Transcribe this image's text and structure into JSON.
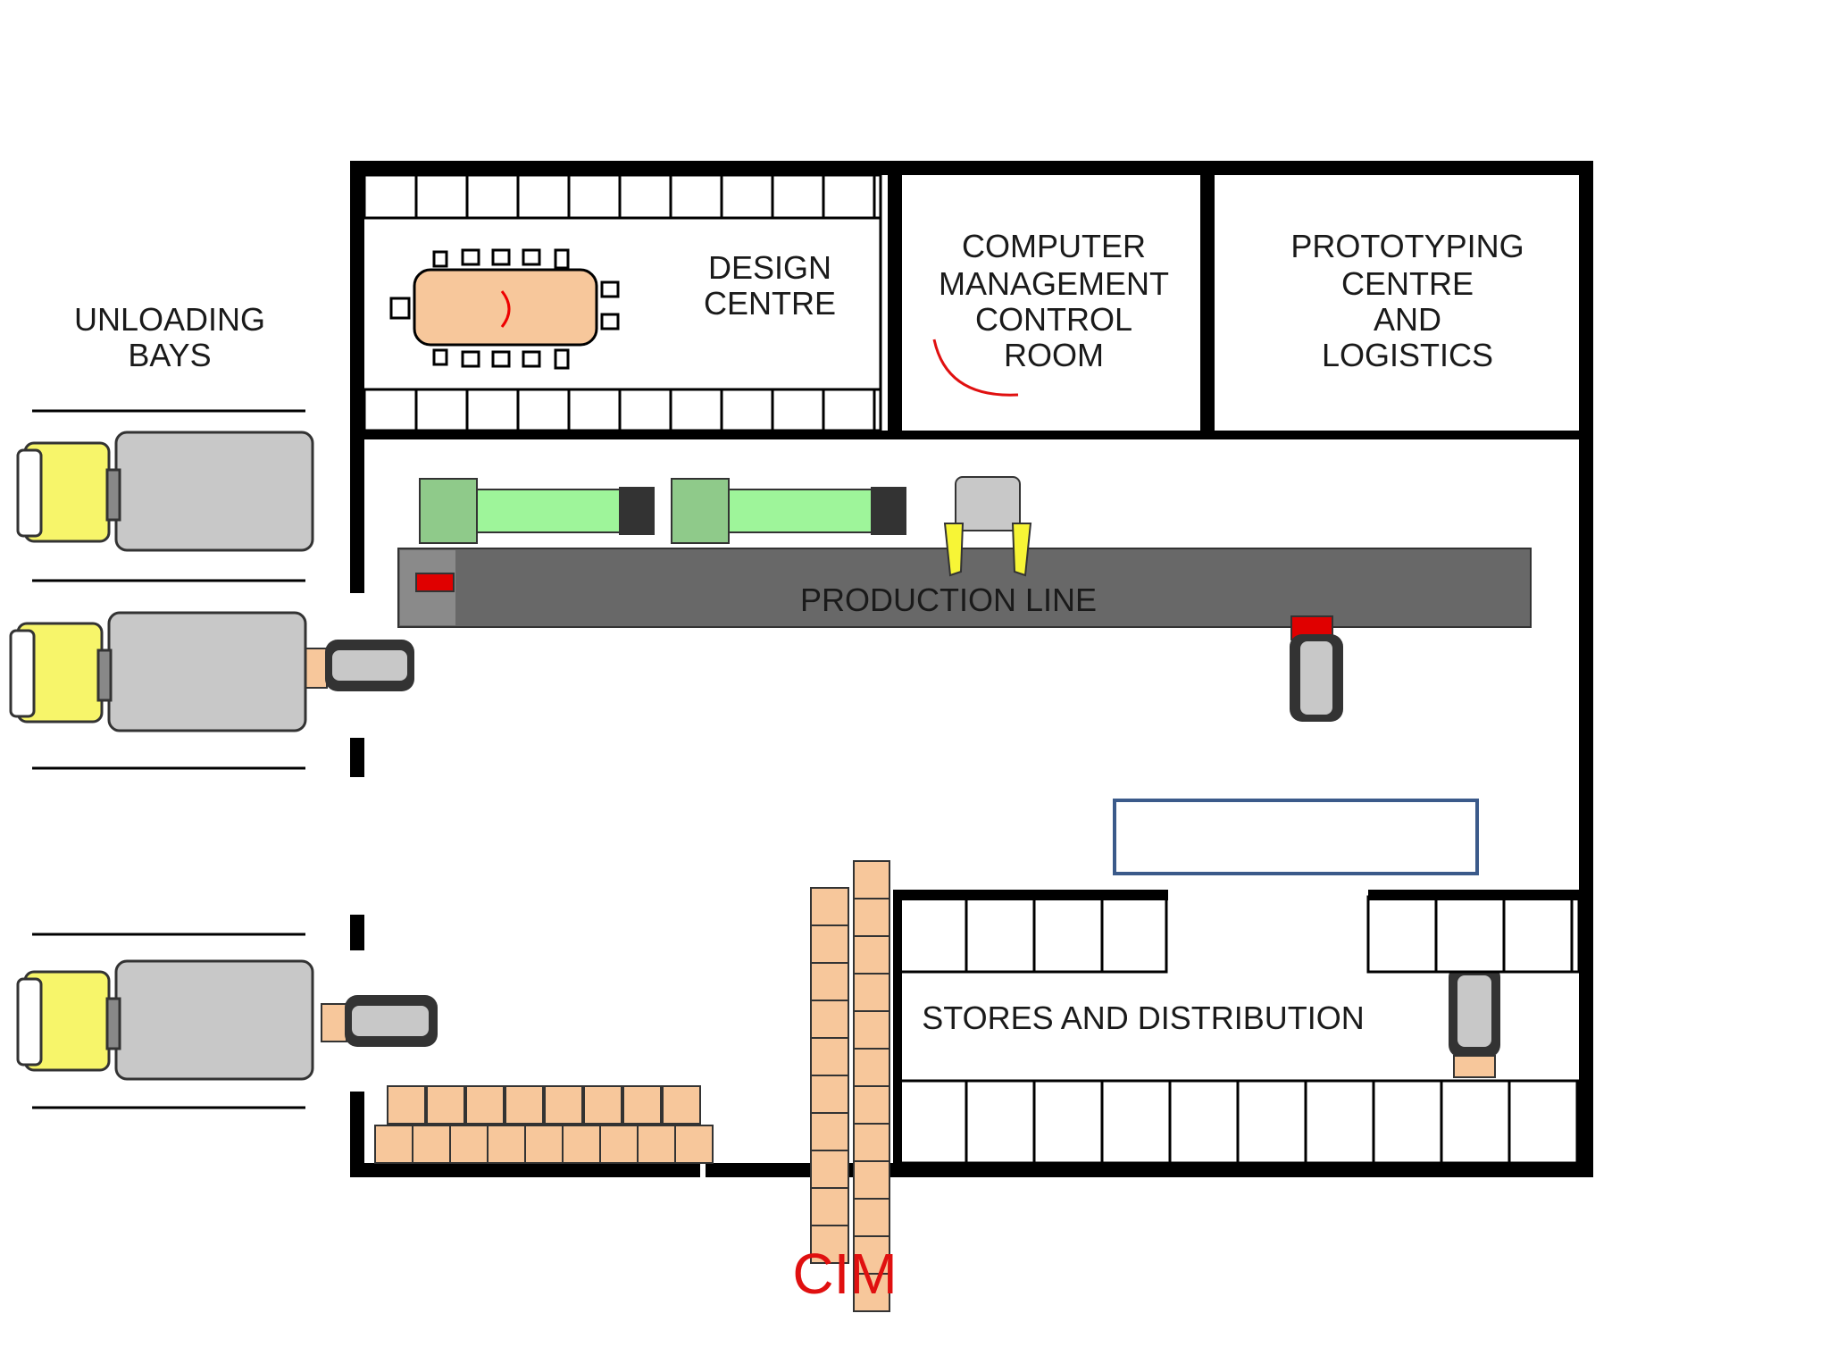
{
  "title": "CIM",
  "labels": {
    "unloading_line1": "UNLOADING",
    "unloading_line2": "BAYS",
    "design_line1": "DESIGN",
    "design_line2": "CENTRE",
    "control_line1": "COMPUTER",
    "control_line2": "MANAGEMENT",
    "control_line3": "CONTROL",
    "control_line4": "ROOM",
    "proto_line1": "PROTOTYPING",
    "proto_line2": "CENTRE",
    "proto_line3": "AND",
    "proto_line4": "LOGISTICS",
    "production": "PRODUCTION LINE",
    "stores": "STORES AND DISTRIBUTION"
  },
  "colors": {
    "wall": "#000000",
    "title": "#e01010",
    "truck_cab": "#f7f56a",
    "truck_body": "#c8c8c8",
    "table": "#f7c79b",
    "box": "#f7c79b",
    "machine_dark": "#8fca8a",
    "machine_light": "#9ef59a",
    "conveyor": "#686868",
    "indicator": "#e00000",
    "robot_claw": "#f7f536",
    "blank_box_border": "#3b5a8a"
  },
  "icons": [
    "truck-icon",
    "forklift-icon",
    "robot-arm-icon",
    "cnc-machine-icon",
    "meeting-table-icon",
    "box-icon"
  ]
}
